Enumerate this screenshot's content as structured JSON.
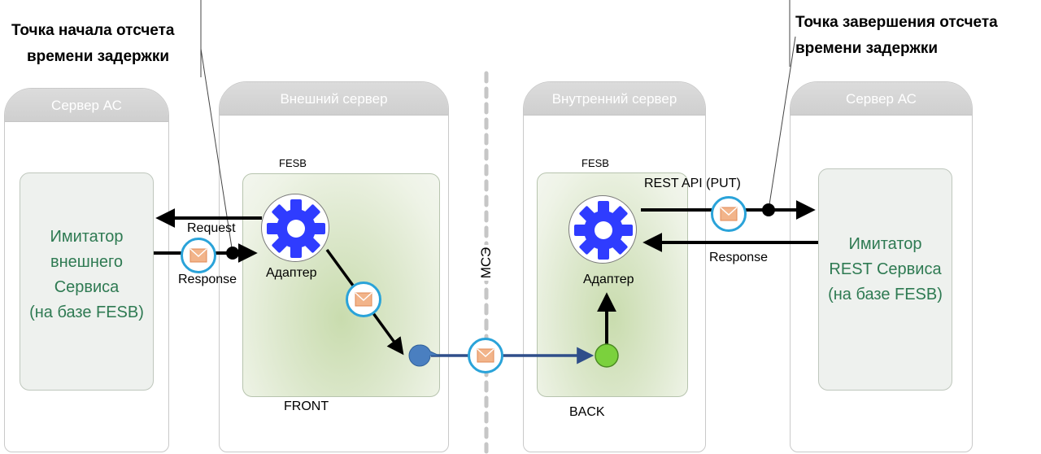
{
  "annotations": {
    "start_point": [
      "Точка начала отсчета",
      "времени задержки"
    ],
    "end_point": [
      "Точка завершения отсчета",
      "времени задержки"
    ]
  },
  "panels": {
    "left_as": "Сервер АС",
    "external": "Внешний сервер",
    "internal": "Внутренний сервер",
    "right_as": "Сервер АС"
  },
  "left_imitator": [
    "Имитатор",
    "внешнего",
    "Сервиса",
    "(на базе FESB)"
  ],
  "right_imitator": [
    "Имитатор",
    "REST Сервиса",
    "(на базе FESB)"
  ],
  "external_server": {
    "fesb": "FESB",
    "adapter": "Адаптер",
    "front": "FRONT",
    "request": "Request",
    "response": "Response"
  },
  "internal_server": {
    "fesb": "FESB",
    "adapter": "Адаптер",
    "back": "BACK",
    "rest_api": "REST API (PUT)",
    "response": "Response"
  },
  "divider_label": "МСЭ",
  "colors": {
    "gear": "#2f3cff",
    "envelope_ring": "#2aa3d9",
    "envelope_fill": "#f2b48a",
    "front_node": "#4a7fc0",
    "back_node": "#7bd13d",
    "bus_line": "#2f4e8a",
    "imitator_text": "#2e7a52"
  }
}
